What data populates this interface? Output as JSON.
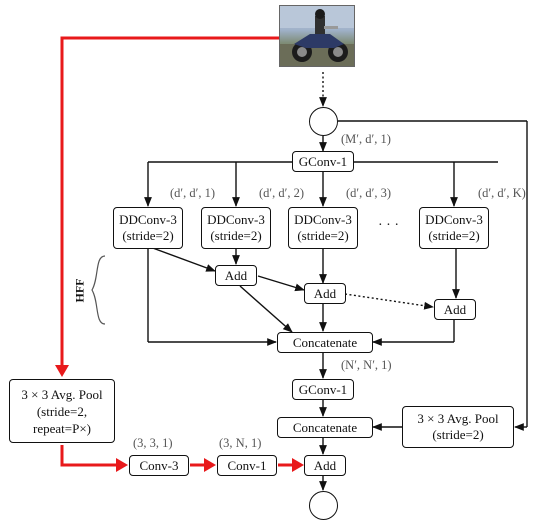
{
  "nodes": {
    "gconv1_top": "GConv-1",
    "ddconv": [
      {
        "line1": "DDConv-3",
        "line2": "(stride=2)"
      },
      {
        "line1": "DDConv-3",
        "line2": "(stride=2)"
      },
      {
        "line1": "DDConv-3",
        "line2": "(stride=2)"
      },
      {
        "line1": "DDConv-3",
        "line2": "(stride=2)"
      }
    ],
    "ellipsis": "· · ·",
    "add1": "Add",
    "add2": "Add",
    "add3": "Add",
    "concatenate_mid": "Concatenate",
    "gconv1_mid": "GConv-1",
    "concatenate_low": "Concatenate",
    "add_final": "Add",
    "avgpool_left": {
      "line1": "3 × 3 Avg. Pool",
      "line2": "(stride=2,",
      "line3": "repeat=P×)"
    },
    "avgpool_right": {
      "line1": "3 × 3 Avg. Pool",
      "line2": "(stride=2)"
    },
    "conv3": "Conv-3",
    "conv1": "Conv-1"
  },
  "labels": {
    "input_dim": "(M′, d′, 1)",
    "branch_dims": [
      "(d′, d′, 1)",
      "(d′, d′, 2)",
      "(d′, d′, 3)",
      "(d′, d′, K)"
    ],
    "mid_dim": "(N′, N′, 1)",
    "conv3_dim": "(3, 3, 1)",
    "conv1_dim": "(3, N, 1)",
    "hff": "HFF"
  },
  "colors": {
    "stroke": "#111111",
    "highlight": "#e8191b",
    "label_gray": "#555555"
  },
  "image": {
    "icon": "motorcycle-rider-photo"
  }
}
